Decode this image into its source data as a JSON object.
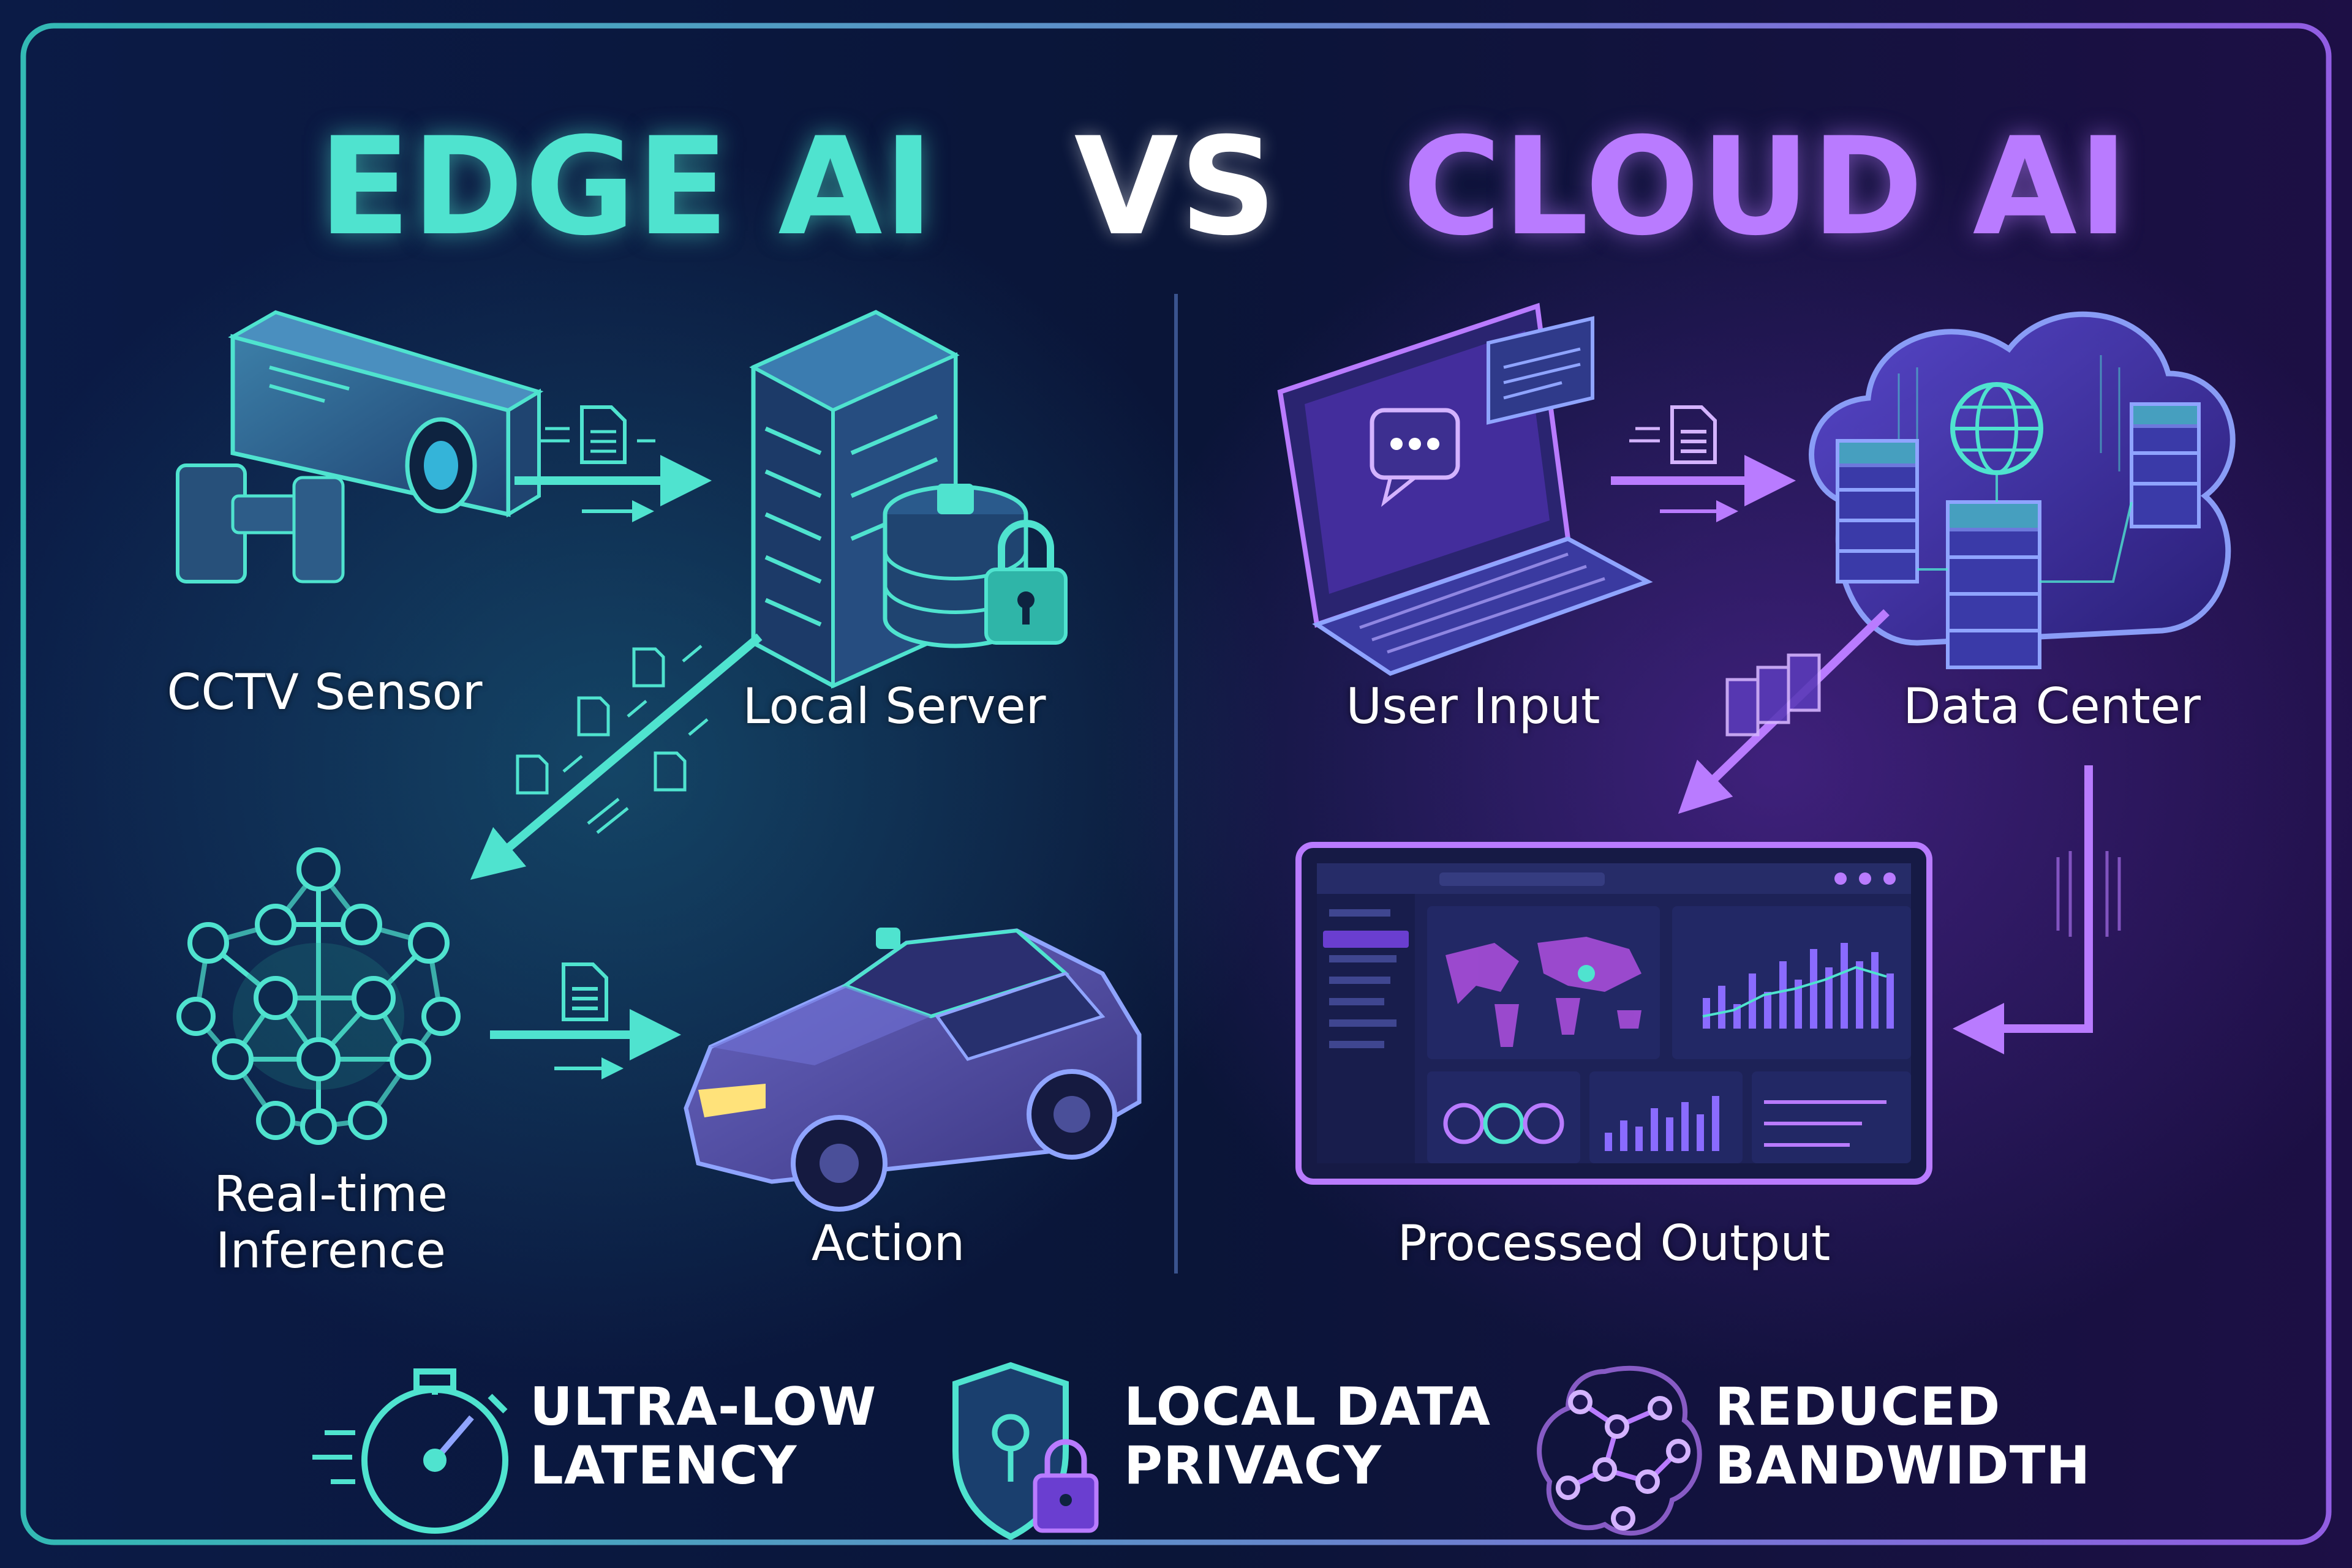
{
  "headings": {
    "edge": "EDGE AI",
    "vs": "VS",
    "cloud": "CLOUD AI"
  },
  "edge_nodes": {
    "sensor": "CCTV Sensor",
    "server": "Local Server",
    "inference_line1": "Real-time",
    "inference_line2": "Inference",
    "action": "Action"
  },
  "cloud_nodes": {
    "input": "User Input",
    "datacenter": "Data Center",
    "output": "Processed Output"
  },
  "features": [
    {
      "line1": "ULTRA-LOW",
      "line2": "LATENCY",
      "icon": "stopwatch-icon"
    },
    {
      "line1": "LOCAL DATA",
      "line2": "PRIVACY",
      "icon": "shield-lock-icon"
    },
    {
      "line1": "REDUCED",
      "line2": "BANDWIDTH",
      "icon": "network-brain-icon"
    }
  ],
  "colors": {
    "edge_accent": "#4fe3cf",
    "cloud_accent": "#b97bff",
    "background": "#0a0f2e"
  }
}
